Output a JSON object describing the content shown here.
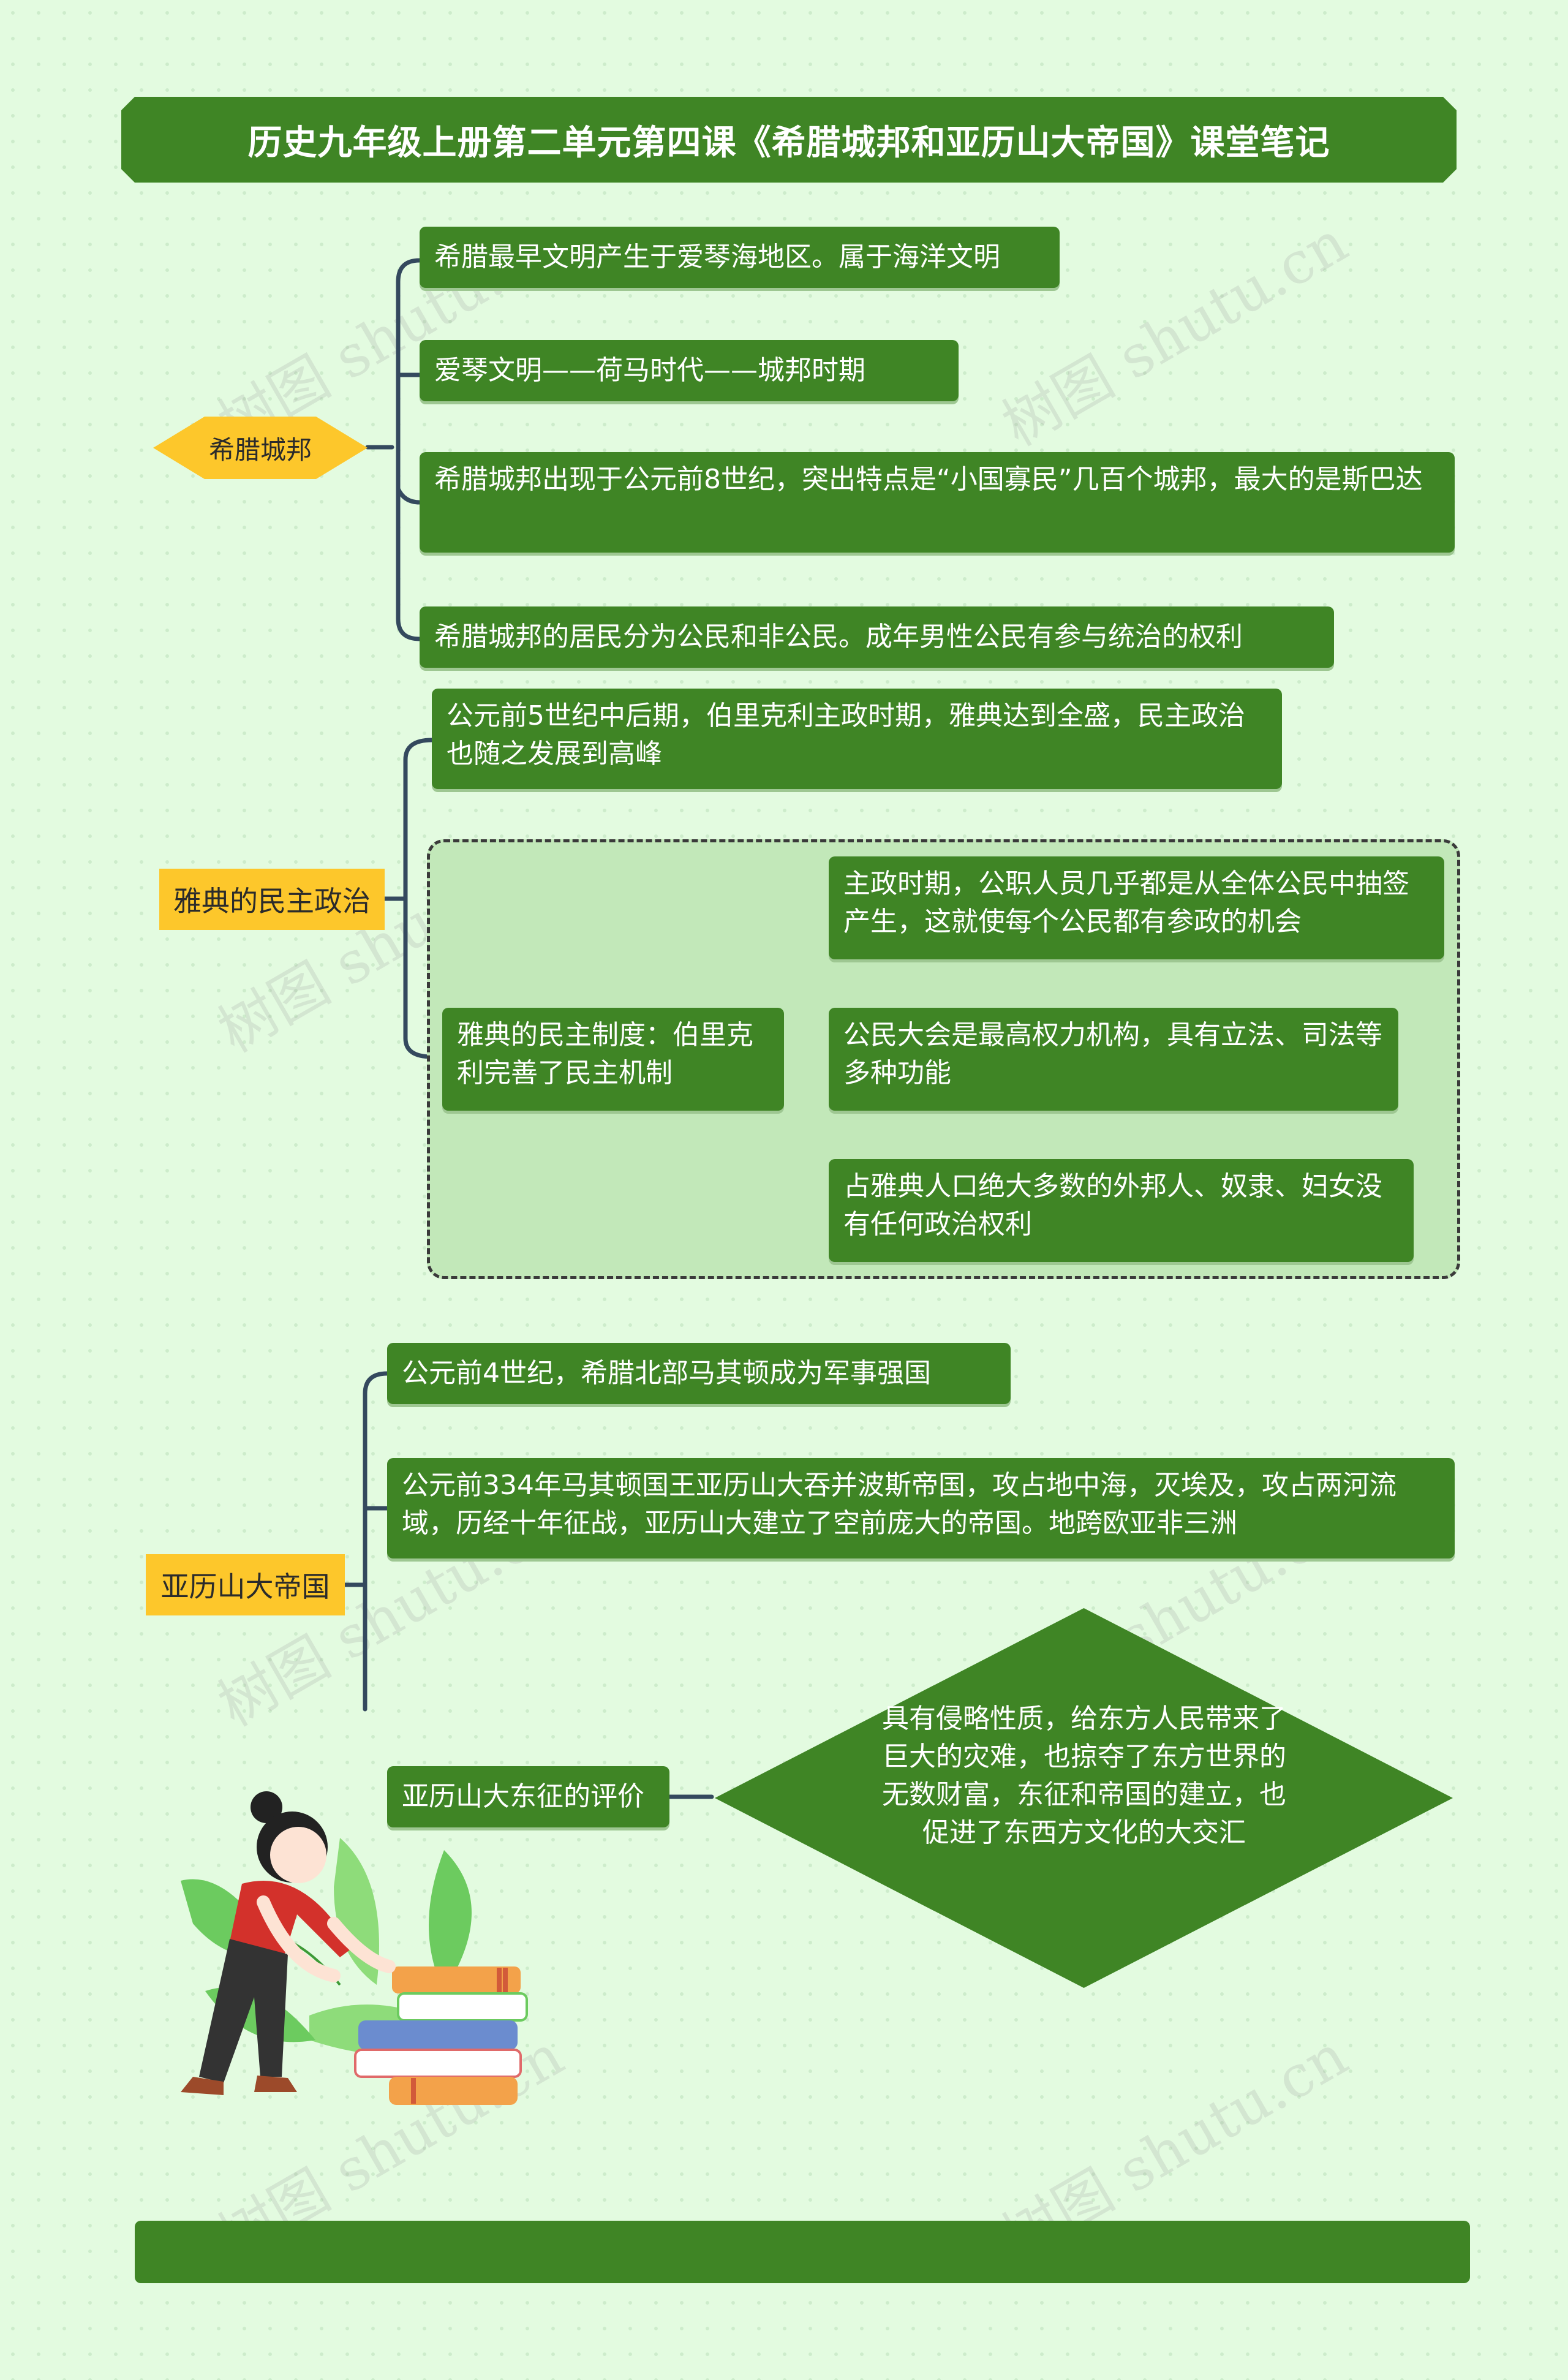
{
  "title": "历史九年级上册第二单元第四课《希腊城邦和亚历山大帝国》课堂笔记",
  "watermark": "树图 shutu.cn",
  "colors": {
    "green": "#3f8525",
    "yellow": "#fdc72b",
    "background": "#e3fbe0",
    "light_green": "#c2e8b9"
  },
  "sections": {
    "greek": {
      "label": "希腊城邦",
      "items": [
        "希腊最早文明产生于爱琴海地区。属于海洋文明",
        "爱琴文明——荷马时代——城邦时期",
        "希腊城邦出现于公元前8世纪，突出特点是“小国寡民”几百个城邦，最大的是斯巴达",
        "希腊城邦的居民分为公民和非公民。成年男性公民有参与统治的权利"
      ]
    },
    "athens": {
      "label": "雅典的民主政治",
      "item1": "公元前5世纪中后期，伯里克利主政时期，雅典达到全盛，民主政治也随之发展到高峰",
      "system": {
        "label": "雅典的民主制度：伯里克利完善了民主机制",
        "items": [
          "主政时期，公职人员几乎都是从全体公民中抽签产生，这就使每个公民都有参政的机会",
          "公民大会是最高权力机构，具有立法、司法等多种功能",
          "占雅典人口绝大多数的外邦人、奴隶、妇女没有任何政治权利"
        ]
      }
    },
    "alexander": {
      "label": "亚历山大帝国",
      "items": [
        "公元前4世纪，希腊北部马其顿成为军事强国",
        "公元前334年马其顿国王亚历山大吞并波斯帝国，攻占地中海，灭埃及，攻占两河流域，历经十年征战，亚历山大建立了空前庞大的帝国。地跨欧亚非三洲"
      ],
      "evaluation": {
        "label": "亚历山大东征的评价",
        "text": "具有侵略性质，给东方人民带来了巨大的灾难，也掠夺了东方世界的无数财富，东征和帝国的建立，也促进了东西方文化的大交汇"
      }
    }
  }
}
